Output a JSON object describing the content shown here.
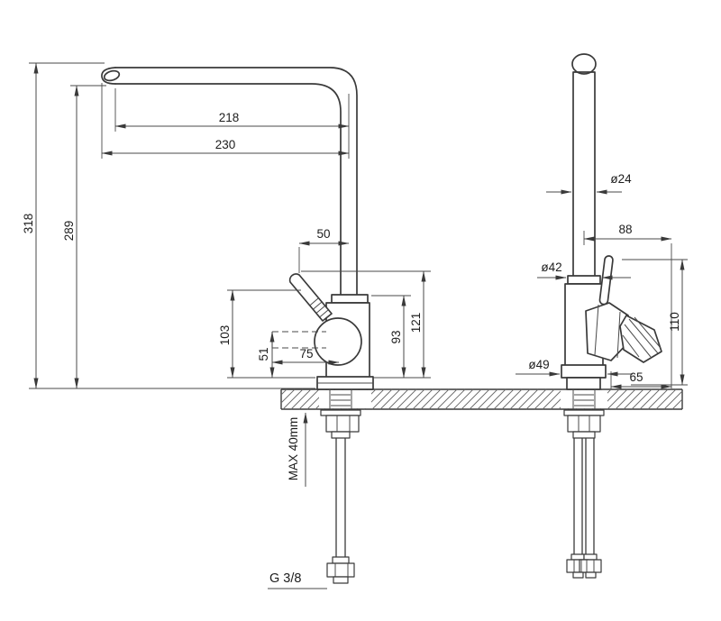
{
  "drawing": {
    "left_view": {
      "dim_reach_inner": "218",
      "dim_reach_outer": "230",
      "dim_total_height": "318",
      "dim_spout_height": "289",
      "dim_handle_offset": "50",
      "dim_handle_height": "103",
      "dim_handle_lower": "51",
      "dim_handle_reach": "75",
      "dim_body_height": "93",
      "dim_upper_height": "121",
      "dim_max_counter": "MAX 40mm",
      "thread_label": "G 3/8"
    },
    "right_view": {
      "dim_pipe_dia": "ø24",
      "dim_handle_span": "88",
      "dim_body_dia": "ø42",
      "dim_base_dia": "ø49",
      "dim_handle_proj": "65",
      "dim_handle_height": "110"
    }
  }
}
